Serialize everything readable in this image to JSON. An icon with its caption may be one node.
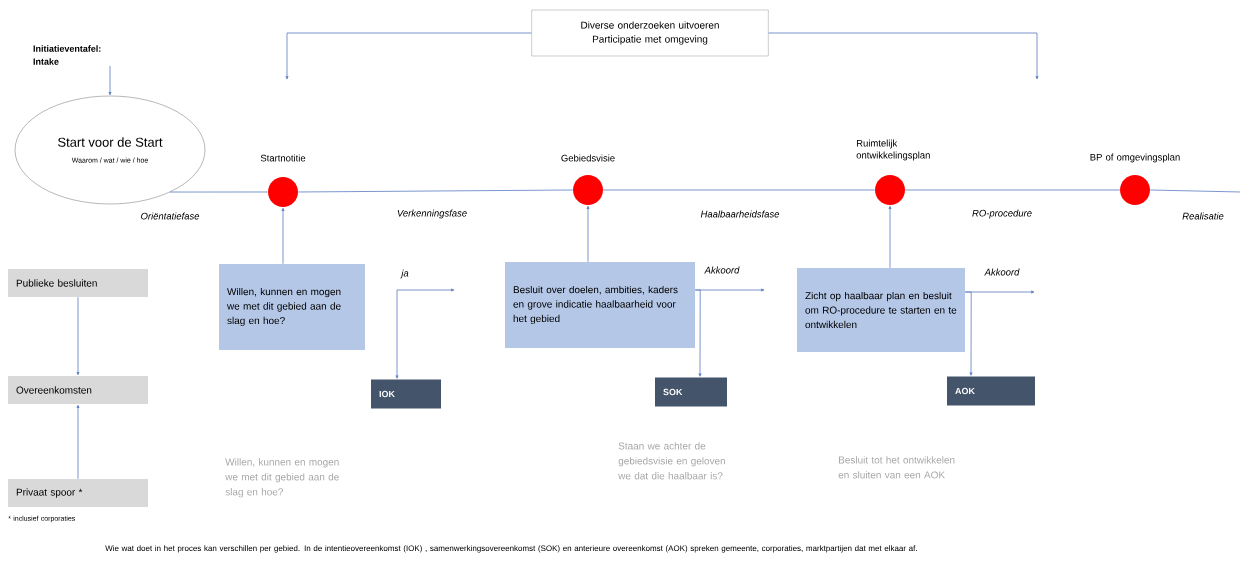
{
  "diagram": {
    "caption": "Wie wat doet in het proces kan verschillen per gebied. In de intentieovereenkomst (IOK) , samenwerkingsovereenkomst (SOK) en anterieure overeenkomst (AOK) spreken gemeente, corporaties, marktpartijen dat met elkaar af.",
    "nodes": [
      {
        "text": [
          "Diverse onderzoeken uitvoeren",
          "Participatie met omgeving"
        ]
      },
      {
        "text": [
          "Initiatieventafel: Intake"
        ]
      },
      {
        "text": [
          "Start voor de Start",
          "Waarom / wat / wie / hoe"
        ]
      },
      {
        "text": [],
        "shape": "circle",
        "beside": [
          "Startnotitie"
        ]
      },
      {
        "text": [],
        "shape": "circle",
        "beside": [
          "Gebiedsvisie"
        ]
      },
      {
        "text": [],
        "shape": "circle",
        "beside": [
          "Ruimtelijk ontwikkelingsplan"
        ]
      },
      {
        "text": [],
        "shape": "circle",
        "beside": [
          "BP of omgevingsplan"
        ]
      },
      {
        "text": [
          "Willen, kunnen en mogen we met dit gebied aan de slag en hoe?"
        ]
      },
      {
        "text": [
          "Besluit over doelen, ambities, kaders en grove indicatie haalbaarheid voor het gebied"
        ]
      },
      {
        "text": [
          "Zicht op haalbaar plan en besluit om RO-procedure te starten en te ontwikkelen"
        ]
      },
      {
        "text": [
          "IOK"
        ]
      },
      {
        "text": [
          "SOK"
        ]
      },
      {
        "text": [
          "AOK"
        ]
      },
      {
        "text": [
          "Publieke besluiten"
        ]
      },
      {
        "text": [
          "Overeenkomsten"
        ]
      },
      {
        "text": [
          "Privaat spoor *"
        ],
        "beside": [
          "* inclusief corporaties"
        ]
      }
    ],
    "edges": [
      {
        "from": 0,
        "to": null,
        "arrow": "to"
      },
      {
        "from": 0,
        "to": null,
        "arrow": "to"
      },
      {
        "from": 1,
        "to": 2,
        "arrow": "to"
      },
      {
        "from": 2,
        "to": 3,
        "arrow": "none",
        "label": "Oriëntatiefase"
      },
      {
        "from": 3,
        "to": 4,
        "arrow": "none",
        "label": "Verkenningsfase"
      },
      {
        "from": 4,
        "to": 5,
        "arrow": "none",
        "label": "Haalbaarheidsfase"
      },
      {
        "from": 5,
        "to": 6,
        "arrow": "none",
        "label": "RO-procedure"
      },
      {
        "from": 6,
        "to": null,
        "arrow": "none",
        "label": "Realisatie"
      },
      {
        "from": 7,
        "to": 3,
        "arrow": "to"
      },
      {
        "from": 8,
        "to": 4,
        "arrow": "to"
      },
      {
        "from": 9,
        "to": 5,
        "arrow": "to"
      },
      {
        "from": null,
        "to": 10,
        "arrow": "to"
      },
      {
        "from": 8,
        "to": 11,
        "arrow": "to"
      },
      {
        "from": 9,
        "to": 12,
        "arrow": "to"
      },
      {
        "from": 13,
        "to": 14,
        "arrow": "to"
      },
      {
        "from": 15,
        "to": 14,
        "arrow": "to"
      },
      {
        "from": 8,
        "to": null,
        "arrow": "to",
        "label": "Akkoord"
      },
      {
        "from": 9,
        "to": null,
        "arrow": "to",
        "label": "Akkoord"
      }
    ],
    "labels": [
      "ja",
      "Willen, kunnen en mogen we met dit gebied aan de slag en hoe?",
      "Staan we achter de gebiedsvisie en geloven we dat die haalbaar is?",
      "Besluit tot het ontwikkelen en sluiten van een AOK"
    ]
  }
}
